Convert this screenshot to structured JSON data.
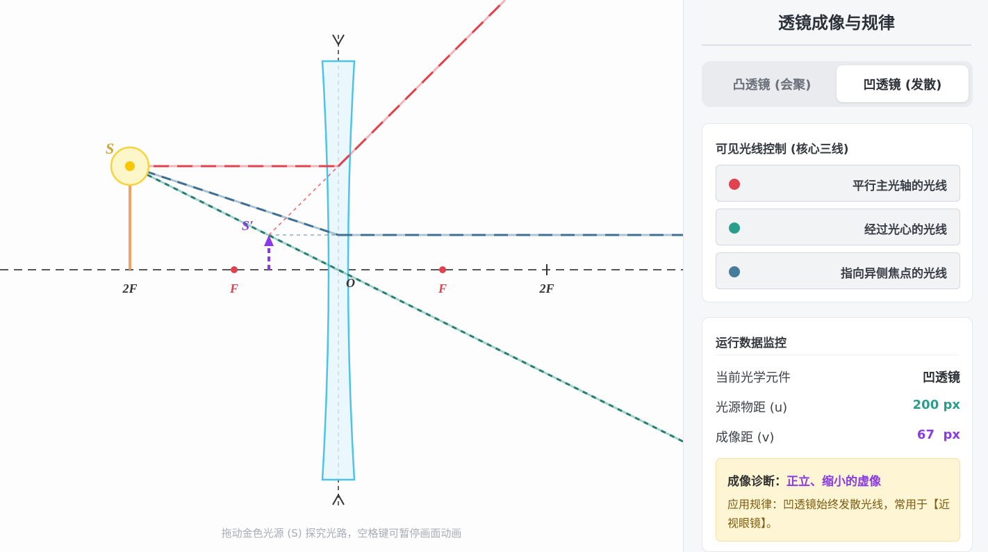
{
  "canvas": {
    "labels": {
      "source": "S",
      "image": "S′",
      "origin": "O",
      "f_left": "F",
      "f_right": "F",
      "two_f_left": "2F",
      "two_f_right": "2F"
    },
    "hint": "拖动金色光源 (S) 探究光路，空格键可暂停画面动画",
    "colors": {
      "parallel_ray": "#e0434d",
      "center_ray": "#2a9d8f",
      "focus_ray": "#457b9d",
      "lens": "#4cc3ea",
      "source": "#f6d33a",
      "object_arrow": "#f4a261",
      "image_arrow": "#8a3ce0"
    }
  },
  "panel": {
    "title": "透镜成像与规律",
    "tabs": [
      {
        "label": "凸透镜 (会聚)",
        "active": false
      },
      {
        "label": "凹透镜 (发散)",
        "active": true
      }
    ],
    "rays_card": {
      "heading": "可见光线控制 (核心三线)",
      "items": [
        {
          "label": "平行主光轴的光线",
          "color": "#e0434d"
        },
        {
          "label": "经过光心的光线",
          "color": "#2a9d8f"
        },
        {
          "label": "指向异侧焦点的光线",
          "color": "#457b9d"
        }
      ]
    },
    "monitor_card": {
      "heading": "运行数据监控",
      "rows": [
        {
          "key": "当前光学元件",
          "value": "凹透镜",
          "color": "#2b2f36"
        },
        {
          "key": "光源物距 (u)",
          "value": "200 px",
          "color": "#2a9d8f"
        },
        {
          "key": "成像距 (v)",
          "value": "67  px",
          "color": "#8a3ce0"
        }
      ],
      "diagnosis": {
        "label": "成像诊断：",
        "result": "正立、缩小的虚像",
        "rule": "应用规律：凹透镜始终发散光线，常用于【近视眼镜】。"
      }
    }
  }
}
